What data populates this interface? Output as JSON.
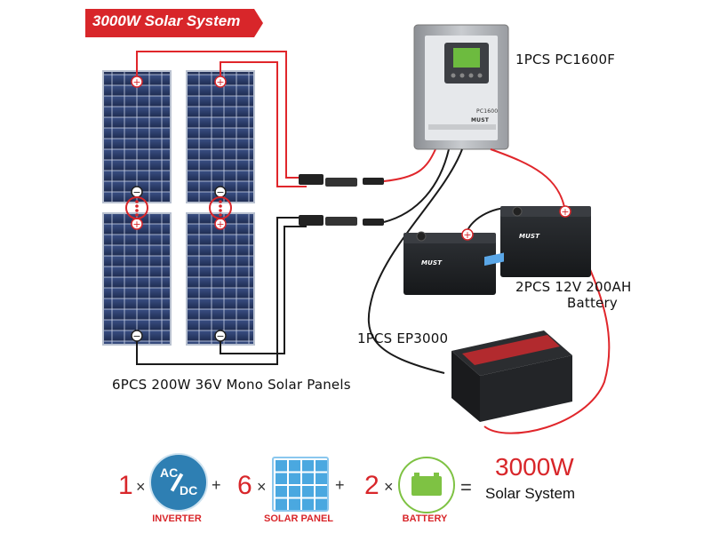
{
  "banner": {
    "title": "3000W Solar System",
    "color": "#d8262a"
  },
  "components": {
    "controller_label": "1PCS PC1600F",
    "controller_brand": "MUST",
    "controller_model": "PC1600",
    "battery_label_line1": "2PCS 12V 200AH",
    "battery_label_line2": "Battery",
    "inverter_label": "1PCS EP3000",
    "panels_label": "6PCS 200W 36V Mono Solar Panels",
    "battery_brand": "MUST"
  },
  "formula": {
    "inverter": {
      "count": "1",
      "times": "×",
      "icon_text_top": "AC",
      "icon_text_bottom": "DC",
      "caption": "INVERTER"
    },
    "plus1": "+",
    "panel": {
      "count": "6",
      "times": "×",
      "caption": "SOLAR PANEL"
    },
    "plus2": "+",
    "battery": {
      "count": "2",
      "times": "×",
      "caption": "BATTERY"
    },
    "equals": "=",
    "total": "3000W",
    "total_sub": "Solar System"
  },
  "colors": {
    "accent": "#d8262a",
    "wire_red": "#e0262b",
    "wire_black": "#1a1a1a",
    "panel_blue": "#2b3d6b",
    "icon_blue": "#2e7fb3"
  }
}
